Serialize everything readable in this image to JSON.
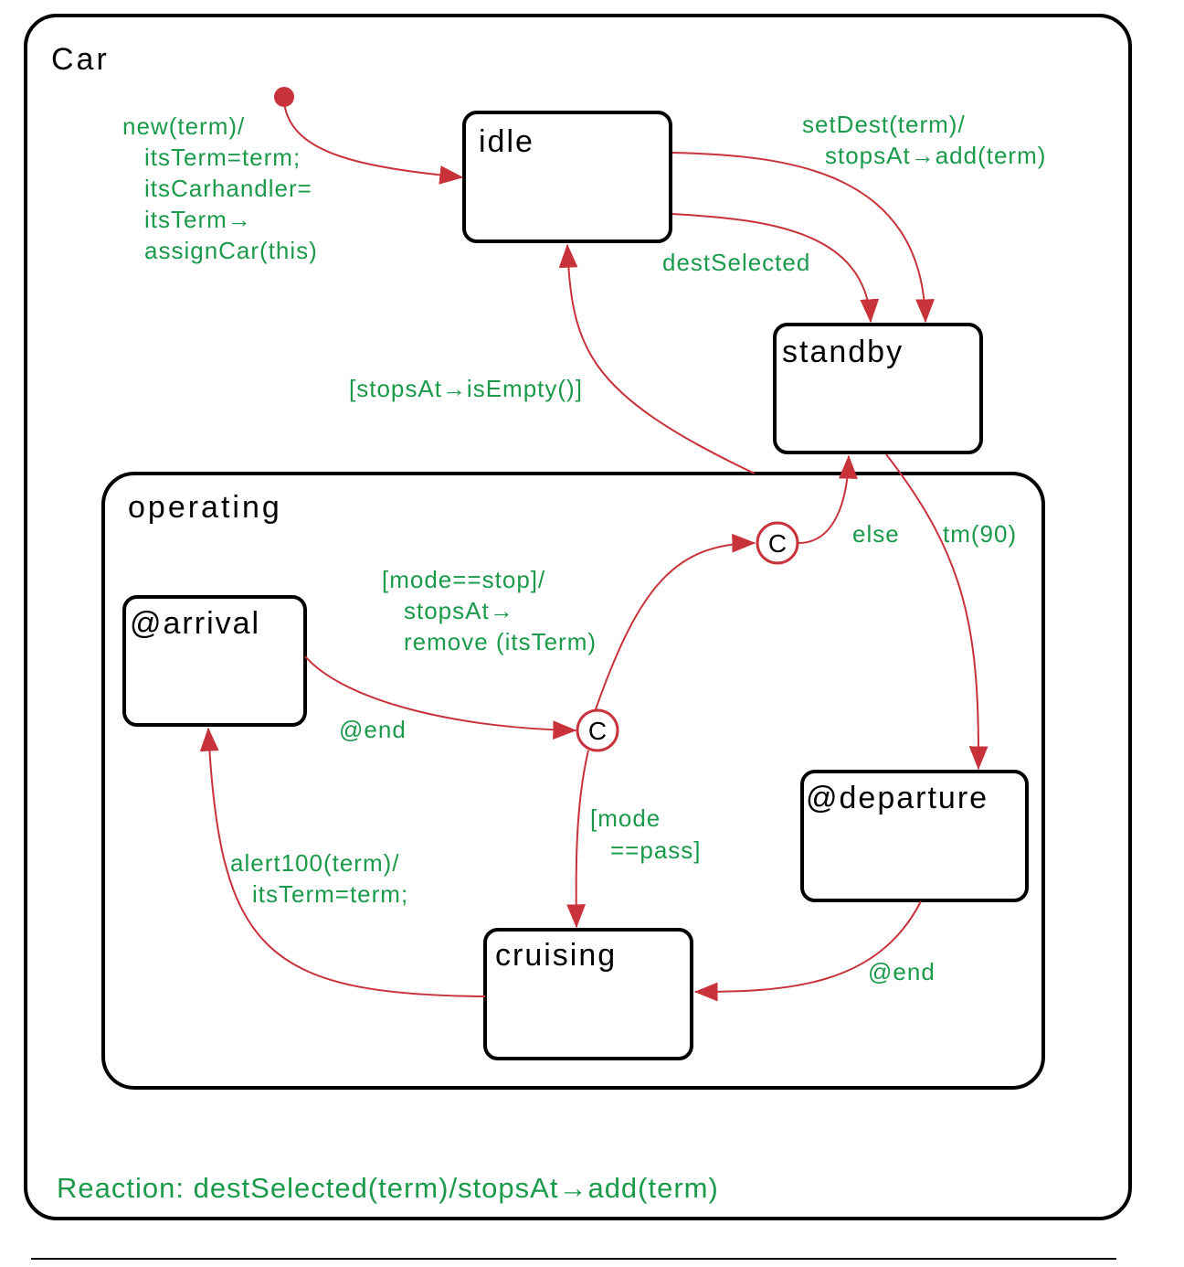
{
  "container": {
    "name": "Car"
  },
  "composite": {
    "name": "operating"
  },
  "states": {
    "idle": "idle",
    "standby": "standby",
    "arrival": "@arrival",
    "departure": "@departure",
    "cruising": "cruising"
  },
  "conditions": {
    "c1": "C",
    "c2": "C"
  },
  "labels": {
    "init": [
      "new(term)/",
      "itsTerm=term;",
      "itsCarhandler=",
      "itsTerm→",
      "assignCar(this)"
    ],
    "setdest": [
      "setDest(term)/",
      "stopsAt→add(term)"
    ],
    "destselected": "destSelected",
    "isempty": "[stopsAt→isEmpty()]",
    "else": "else",
    "tm": "tm(90)",
    "modestop": [
      "[mode==stop]/",
      "stopsAt→",
      "remove (itsTerm)"
    ],
    "end1": "@end",
    "modepass": [
      "[mode",
      "==pass]"
    ],
    "alert": [
      "alert100(term)/",
      "itsTerm=term;"
    ],
    "end2": "@end"
  },
  "reaction": "Reaction: destSelected(term)/stopsAt→add(term)",
  "colors": {
    "edge": "#c8323a",
    "label": "#1a9a4a",
    "box": "#000000"
  }
}
